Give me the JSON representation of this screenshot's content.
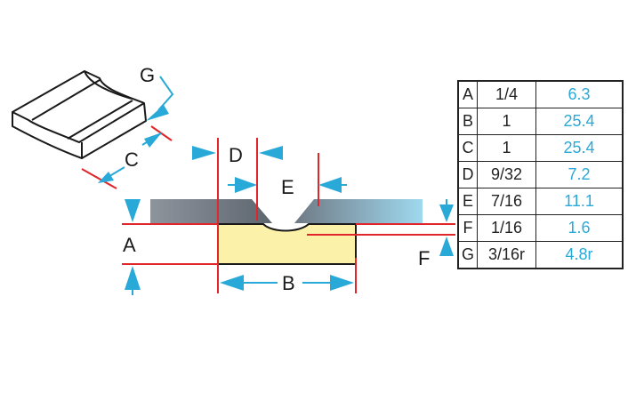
{
  "colors": {
    "accent_red": "#e0262b",
    "arrow_blue": "#29a9d8",
    "part_fill": "#fbf1a9",
    "line_black": "#1a1a1a"
  },
  "labels": {
    "A": "A",
    "B": "B",
    "C": "C",
    "D": "D",
    "E": "E",
    "F": "F",
    "G": "G"
  },
  "table": {
    "rows": [
      {
        "letter": "A",
        "inch": "1/4",
        "mm": "6.3"
      },
      {
        "letter": "B",
        "inch": "1",
        "mm": "25.4"
      },
      {
        "letter": "C",
        "inch": "1",
        "mm": "25.4"
      },
      {
        "letter": "D",
        "inch": "9/32",
        "mm": "7.2"
      },
      {
        "letter": "E",
        "inch": "7/16",
        "mm": "11.1"
      },
      {
        "letter": "F",
        "inch": "1/16",
        "mm": "1.6"
      },
      {
        "letter": "G",
        "inch": "3/16r",
        "mm": "4.8r"
      }
    ]
  }
}
